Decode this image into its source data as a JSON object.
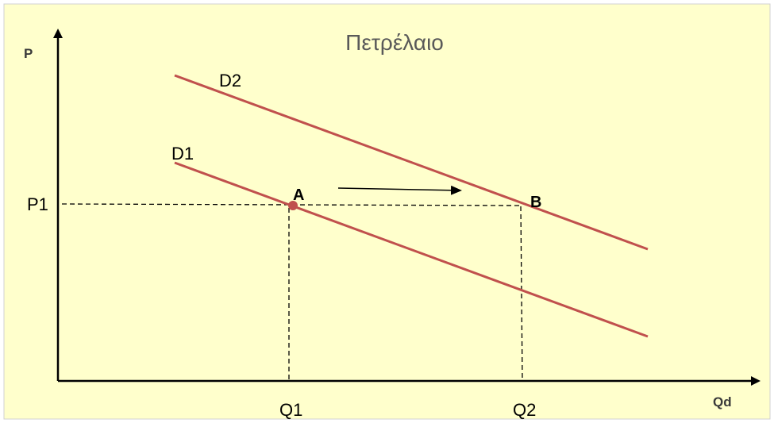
{
  "title": "Πετρέλαιο",
  "axes": {
    "y_label": "P",
    "x_label": "Qd"
  },
  "curves": {
    "d1_label": "D1",
    "d2_label": "D2"
  },
  "points": {
    "a_label": "A",
    "b_label": "B"
  },
  "ticks": {
    "p1": "P1",
    "q1": "Q1",
    "q2": "Q2"
  },
  "colors": {
    "background": "#ffffcc",
    "border": "#d0d0d0",
    "curve": "#c0504d",
    "axis": "#000000",
    "title": "#595959"
  },
  "icons": {
    "shift_arrow": "arrow-right-icon"
  }
}
